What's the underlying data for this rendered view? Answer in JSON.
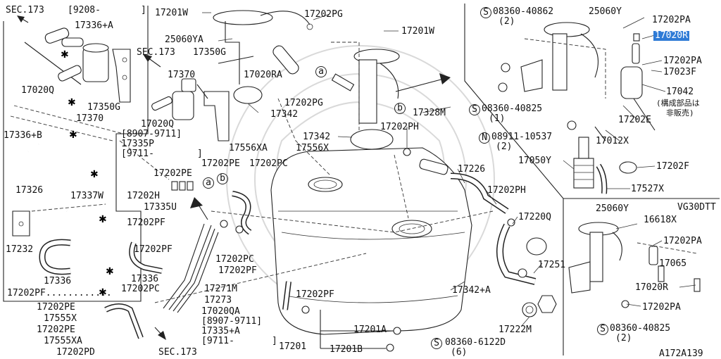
{
  "labels": {
    "sec173_top": "SEC.173",
    "date_9208": "[9208-",
    "bracket_close_top": "]",
    "p17336A": "17336+A",
    "p17020Q_left": "17020Q",
    "p17370_left": "17370",
    "p17350G": "17350G",
    "p17336B": "17336+B",
    "p17326": "17326",
    "p17337W": "17337W",
    "p17232": "17232",
    "p17336": "17336",
    "p17202PF_dots": "17202PF............",
    "p17202PE_a": "17202PE",
    "p17555X": "17555X",
    "p17202PE_b": "17202PE",
    "p17555XA": "17555XA",
    "p17202PD": "17202PD",
    "sec173_bottom": "SEC.173",
    "p17201W_a": "17201W",
    "p17202PG_top": "17202PG",
    "p25060YA": "25060YA",
    "sec173_mid": "SEC.173",
    "p17350G_b": "17350G",
    "p17370_mid": "17370",
    "p17020RA": "17020RA",
    "p17201W_b": "17201W",
    "p17202PG_b": "17202PG",
    "p17342_a": "17342",
    "p17020Q_mid": "17020Q",
    "date_8907_9711": "[8907-9711]",
    "p17335P": "17335P",
    "date_9711_a": "[9711-",
    "bracket_close_a": "]",
    "p17556XA": "17556XA",
    "p17556X": "17556X",
    "p17342_b": "17342",
    "p17202PH_a": "17202PH",
    "p17328M": "17328M",
    "p17202PE_c": "17202PE",
    "p17202PE_d": "17202PE",
    "p17202PC_a": "17202PC",
    "p17202H": "17202H",
    "p17335U": "17335U",
    "p17202PF_a": "17202PF",
    "p17202PF_b": "17202PF",
    "p17336_b": "17336",
    "p17202PC_b": "17202PC",
    "p17202PC_c": "17202PC",
    "p17202PF_c": "17202PF",
    "p17271M": "17271M",
    "p17273": "17273",
    "p17020QA": "17020QA",
    "date_8907_9711_b": "[8907-9711]",
    "p17335A": "17335+A",
    "date_9711_b": "[9711-",
    "bracket_close_b": "]",
    "p17202PF_d": "17202PF",
    "p17226": "17226",
    "p17202PH_b": "17202PH",
    "p17220Q": "17220Q",
    "p17251": "17251",
    "p17342A": "17342+A",
    "p17201A": "17201A",
    "p17201": "17201",
    "p17201B": "17201B",
    "s08360_6122D": "08360-6122D",
    "s08360_6122D_qty": "(6)",
    "p17222M": "17222M",
    "s08360_40862": "08360-40862",
    "s08360_40862_qty": "(2)",
    "p25060Y_a": "25060Y",
    "p17202PA_a": "17202PA",
    "p17020R_hl": "17020R",
    "p17202PA_b": "17202PA",
    "p17023F": "17023F",
    "p17042": "17042",
    "jp_note_1": "(構成部品は",
    "jp_note_2": "非販売)",
    "s08360_40825_a": "08360-40825",
    "s08360_40825_a_qty": "(1)",
    "p17202E": "17202E",
    "n08911_10537": "08911-10537",
    "n08911_10537_qty": "(2)",
    "p17012X": "17012X",
    "p17050Y": "17050Y",
    "p17202F": "17202F",
    "p17527X": "17527X",
    "p25060Y_b": "25060Y",
    "vg30dtt": "VG30DTT",
    "p16618X": "16618X",
    "p17202PA_c": "17202PA",
    "p17065": "17065",
    "p17020R_b": "17020R",
    "p17202PA_d": "17202PA",
    "s08360_40825_b": "08360-40825",
    "s08360_40825_b_qty": "(2)",
    "diagram_code": "A172A139",
    "circle_a_1": "a",
    "circle_b_1": "b",
    "circle_a_2": "a",
    "circle_b_2": "b",
    "mark_s": "S",
    "mark_n": "N"
  },
  "colors": {
    "highlight": "#2f7bd6",
    "ink": "#222222",
    "watermark": "#d9d9d9"
  },
  "icons": {
    "star_marker": "asterisk-marker-icon",
    "callout": "circle-callout-icon"
  }
}
